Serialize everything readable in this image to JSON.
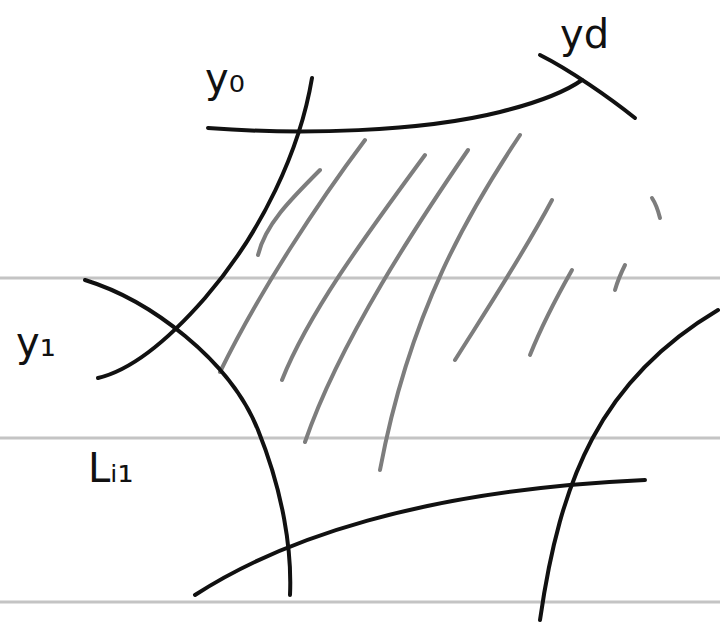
{
  "diagram": {
    "labels": [
      "y₀",
      "yd",
      "y₁",
      "Lᵢ₁"
    ]
  }
}
